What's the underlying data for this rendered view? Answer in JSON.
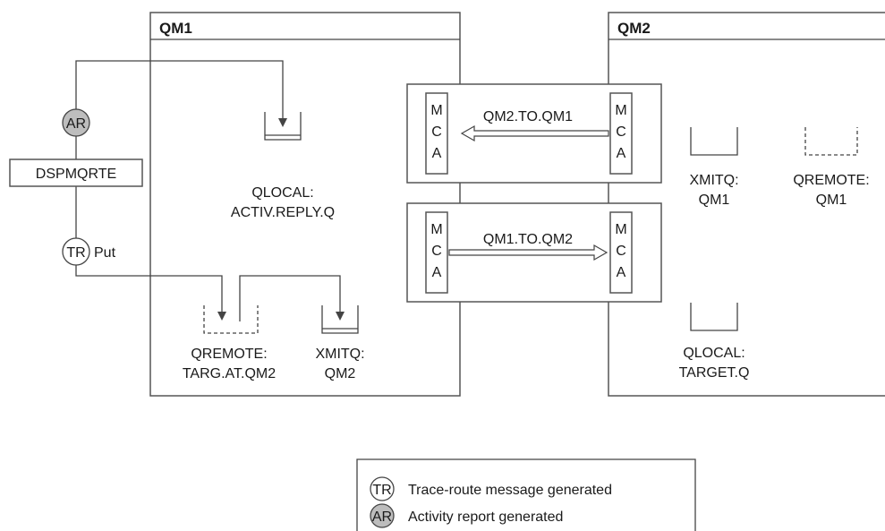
{
  "queue_managers": {
    "qm1": {
      "title": "QM1"
    },
    "qm2": {
      "title": "QM2"
    }
  },
  "command": {
    "label": "DSPMQRTE"
  },
  "markers": {
    "ar": {
      "abbr": "AR"
    },
    "tr": {
      "abbr": "TR",
      "action": "Put"
    }
  },
  "qm1_queues": {
    "reply_queue": {
      "type": "QLOCAL:",
      "name": "ACTIV.REPLY.Q"
    },
    "remote_queue": {
      "type": "QREMOTE:",
      "name": "TARG.AT.QM2"
    },
    "xmit_queue": {
      "type": "XMITQ:",
      "name": "QM2"
    }
  },
  "qm2_queues": {
    "xmit_queue": {
      "type": "XMITQ:",
      "name": "QM1"
    },
    "remote_queue": {
      "type": "QREMOTE:",
      "name": "QM1"
    },
    "target_queue": {
      "type": "QLOCAL:",
      "name": "TARGET.Q"
    }
  },
  "channels": {
    "return_channel": {
      "name": "QM2.TO.QM1",
      "mca_letters": [
        "M",
        "C",
        "A"
      ]
    },
    "forward_channel": {
      "name": "QM1.TO.QM2",
      "mca_letters": [
        "M",
        "C",
        "A"
      ]
    }
  },
  "legend": {
    "items": [
      {
        "abbr": "TR",
        "text": "Trace-route message generated",
        "shaded": false
      },
      {
        "abbr": "AR",
        "text": "Activity report generated",
        "shaded": true
      }
    ]
  },
  "colors": {
    "ar_fill": "#bdbdbd",
    "line": "#444444"
  }
}
